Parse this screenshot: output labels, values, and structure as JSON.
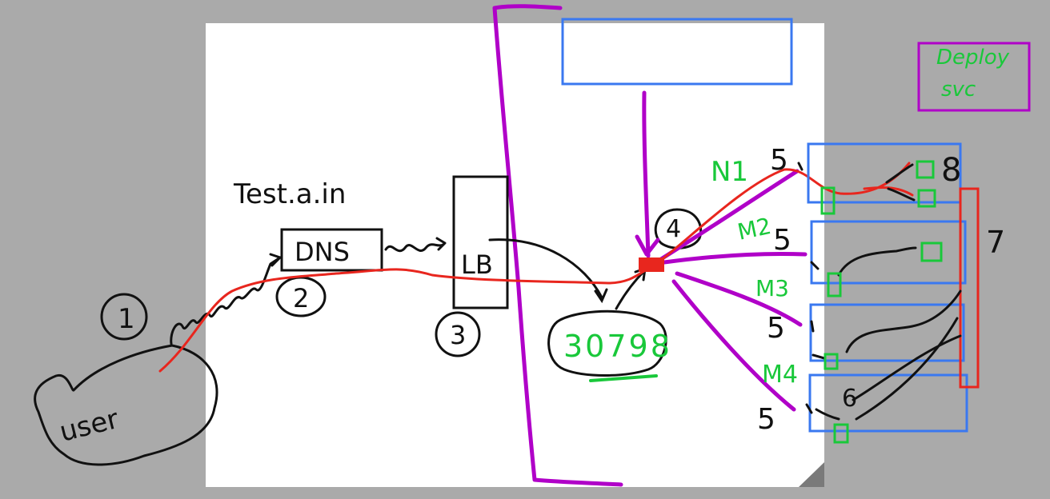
{
  "labels": {
    "test_domain": "Test.a.in",
    "dns": "DNS",
    "lb": "LB",
    "user": "user",
    "port": "30798",
    "deploy": "Deploy",
    "svc": "svc"
  },
  "steps": {
    "s1": "1",
    "s2": "2",
    "s3": "3",
    "s4": "4",
    "s5a": "5",
    "s5b": "5",
    "s5c": "5",
    "s5d": "5",
    "s6": "6",
    "s7": "7",
    "s8": "8"
  },
  "nodes": {
    "n1": "N1",
    "n2": "M2",
    "n3": "M3",
    "n4": "M4"
  },
  "colors": {
    "background": "#aaaaaa",
    "sheet": "#ffffff",
    "ink": "#111111",
    "red": "#e8261e",
    "purple": "#b000c8",
    "blue": "#3a78f0",
    "green": "#19c83a"
  }
}
